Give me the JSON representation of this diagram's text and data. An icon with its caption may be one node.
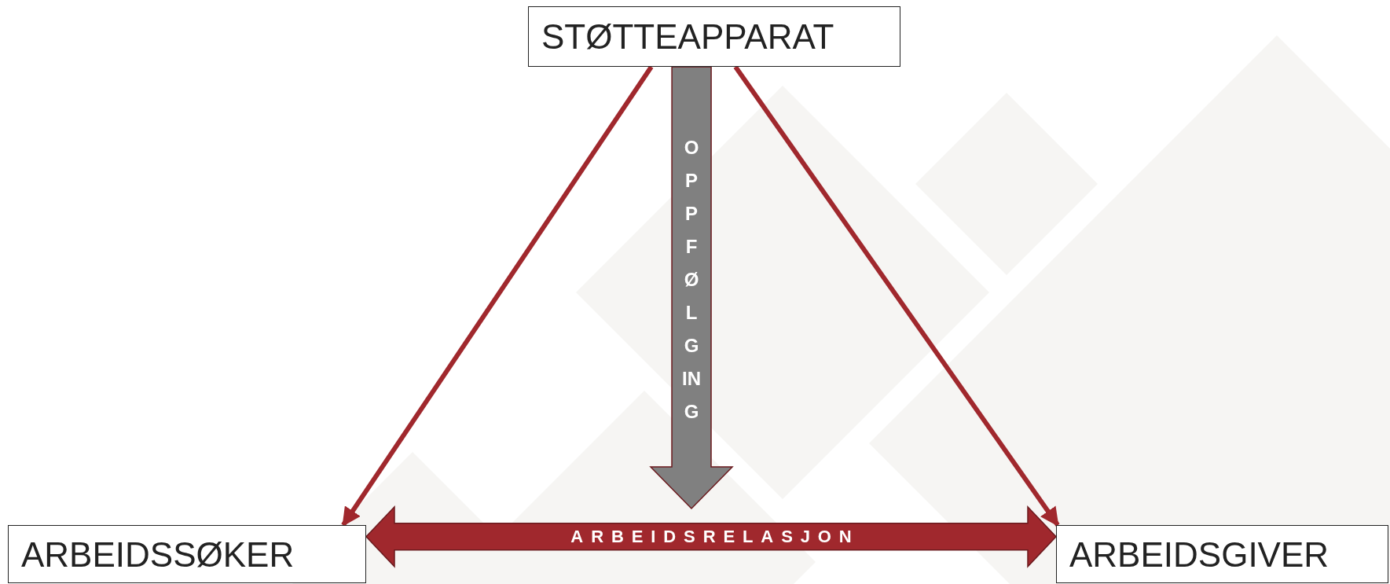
{
  "diagram": {
    "nodes": [
      {
        "text": [
          "STØTTEAPPARAT"
        ]
      },
      {
        "text": [
          "ARBEIDSSØKER"
        ]
      },
      {
        "text": [
          "ARBEIDSGIVER"
        ]
      }
    ],
    "edges": [
      {
        "from": 0,
        "to": 1,
        "arrow": "to"
      },
      {
        "from": 0,
        "to": 2,
        "arrow": "to"
      },
      {
        "from": 0,
        "to": null,
        "arrow": "to",
        "label": "OPPFØLGING",
        "style": "thick",
        "color": "#808080"
      },
      {
        "from": 1,
        "to": 2,
        "arrow": "both",
        "label": "ARBEIDSRELASJON",
        "style": "thick"
      }
    ]
  }
}
